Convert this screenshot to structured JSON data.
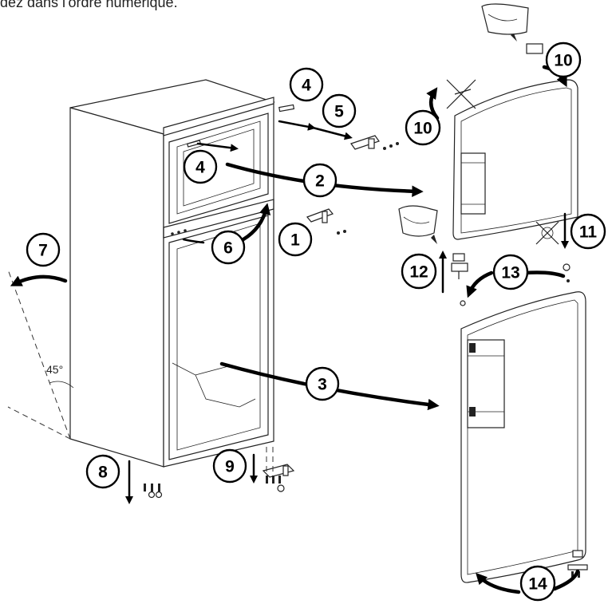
{
  "intro_text": "dez dans l'ordre numérique.",
  "angle_label": "45°",
  "steps": {
    "s1": "1",
    "s2": "2",
    "s3": "3",
    "s4a": "4",
    "s4b": "4",
    "s5": "5",
    "s6": "6",
    "s7": "7",
    "s8": "8",
    "s9": "9",
    "s10a": "10",
    "s10b": "10",
    "s11": "11",
    "s12": "12",
    "s13": "13",
    "s14": "14"
  }
}
